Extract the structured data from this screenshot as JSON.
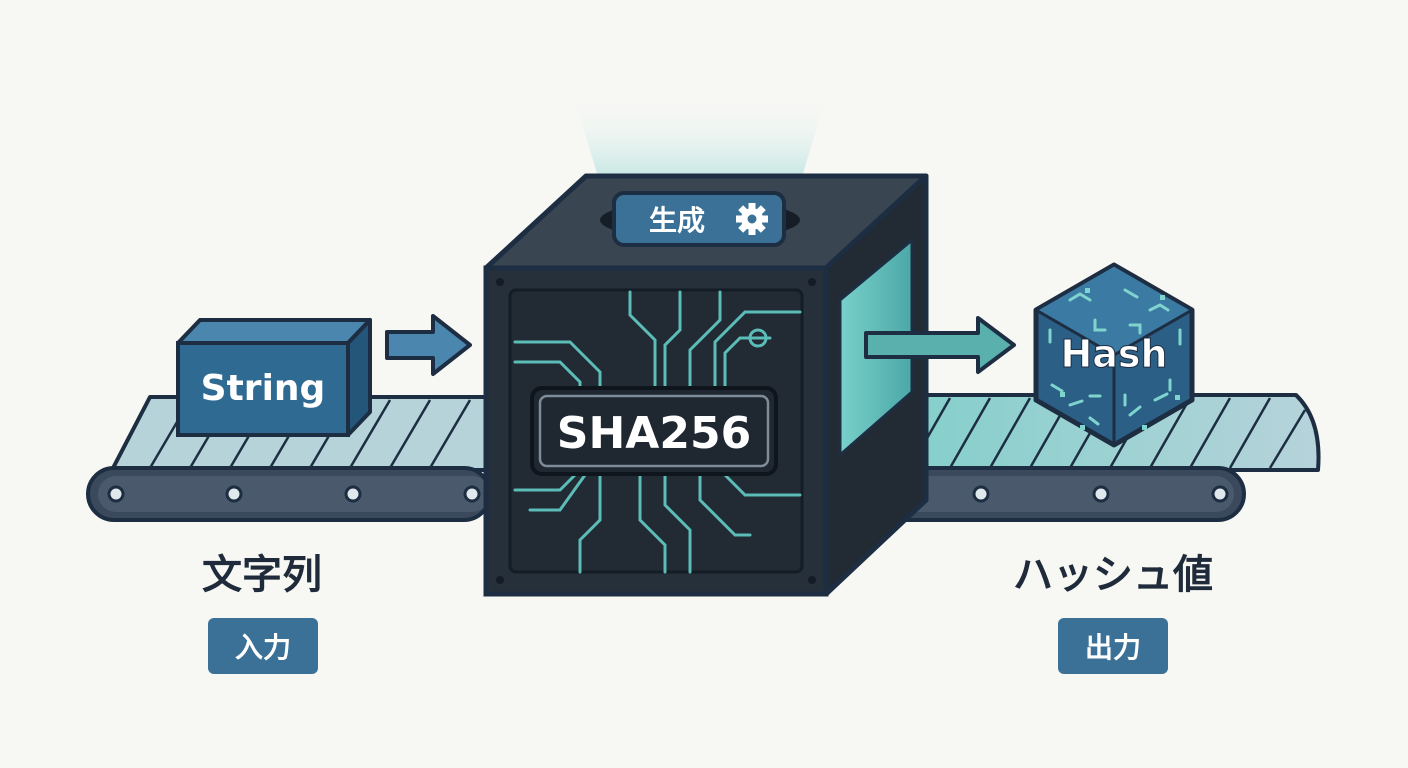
{
  "labels": {
    "input_box": "String",
    "machine_name": "SHA256",
    "machine_top": "生成",
    "output_box": "Hash",
    "input_title": "文字列",
    "input_badge": "入力",
    "output_title": "ハッシュ値",
    "output_badge": "出力"
  },
  "colors": {
    "background": "#f7f7f3",
    "navy_outline": "#1d2d42",
    "box_blue": "#2f6a93",
    "box_blue_top": "#4a86ad",
    "belt_light": "#b6d3da",
    "belt_rail": "#3a4a5c",
    "machine_dark": "#26303a",
    "circuit_teal": "#5bbcb8",
    "arrow_out_teal": "#5ab0ad",
    "badge_blue": "#3b7196",
    "gear_color": "#ffffff"
  },
  "icons": {
    "gear": "gear-icon",
    "arrow_in": "arrow-right-icon",
    "arrow_out": "arrow-right-icon"
  }
}
